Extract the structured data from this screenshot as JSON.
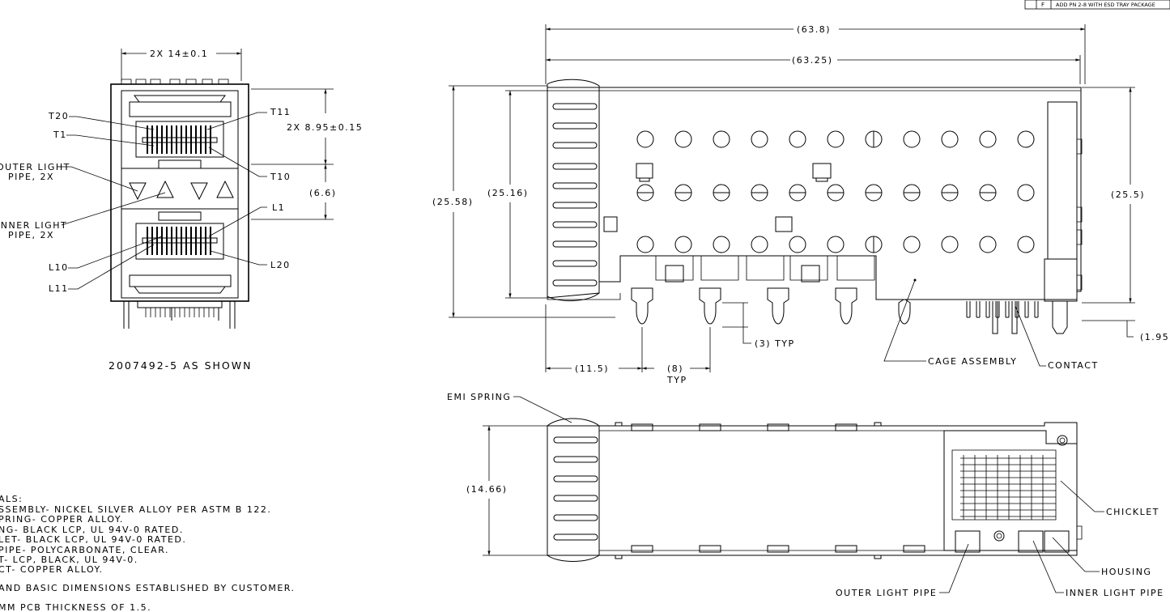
{
  "revision_block": {
    "letter": "F",
    "description": "ADD PN 2-8 WITH ESD TRAY PACKAGE"
  },
  "front_view": {
    "caption": "2007492-5 AS SHOWN",
    "dims": {
      "width": "2X 14±0.1",
      "port_pitch": "2X 8.95±0.15",
      "gap": "(6.6)"
    },
    "callouts": {
      "t20": "T20",
      "t1": "T1",
      "outer_light_pipe_1": "OUTER LIGHT",
      "outer_light_pipe_2": "PIPE, 2X",
      "inner_light_pipe_1": "INNER LIGHT",
      "inner_light_pipe_2": "PIPE, 2X",
      "l10": "L10",
      "l11": "L11",
      "t11": "T11",
      "t10": "T10",
      "l1": "L1",
      "l20": "L20"
    }
  },
  "side_view": {
    "dims": {
      "overall_length": "(63.8)",
      "body_length": "(63.25)",
      "height_left": "(25.58)",
      "height_inner": "(25.16)",
      "height_right": "(25.5)",
      "pin_offset": "(11.5)",
      "pin_pitch": "(8)",
      "pin_pitch_typ": "TYP",
      "pin_length": "(3) TYP",
      "right_offset": "(1.95"
    },
    "callouts": {
      "cage_assembly": "CAGE ASSEMBLY",
      "contact": "CONTACT"
    }
  },
  "bottom_view": {
    "dims": {
      "width": "(14.66)"
    },
    "callouts": {
      "emi_spring": "EMI SPRING",
      "chicklet": "CHICKLET",
      "housing": "HOUSING",
      "outer_light_pipe": "OUTER LIGHT PIPE",
      "inner_light_pipe": "INNER LIGHT PIPE"
    }
  },
  "notes": [
    "ALS:",
    "SSEMBLY- NICKEL SILVER ALLOY PER ASTM B 122.",
    "PRING- COPPER ALLOY.",
    "NG- BLACK LCP, UL 94V-0 RATED.",
    "LET- BLACK LCP, UL 94V-0 RATED.",
    " PIPE- POLYCARBONATE, CLEAR.",
    "T- LCP, BLACK, UL 94V-0.",
    "CT- COPPER ALLOY.",
    "AND BASIC DIMENSIONS ESTABLISHED BY CUSTOMER.",
    "MM PCB THICKNESS OF 1.5."
  ]
}
